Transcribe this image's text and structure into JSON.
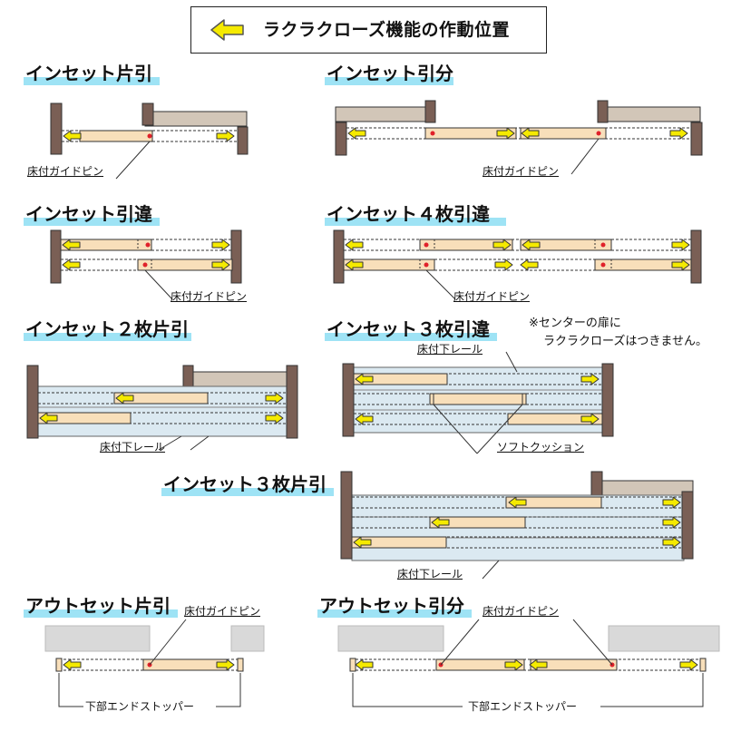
{
  "legend": {
    "text": "ラクラクローズ機能の作動位置",
    "arrow_color": "#f5ea00",
    "icon": "left-arrow-icon"
  },
  "colors": {
    "jamb": "#7a5f55",
    "wall": "#d2c6b8",
    "door": "#f8dfba",
    "track": "#dbe9f1",
    "heading_highlight": "#9ee3f5",
    "gray_wall": "#d9d9d9",
    "stopper": "#f8dfba",
    "pin": "#e0212a"
  },
  "sections": {
    "inset_single": "インセット片引",
    "inset_split": "インセット引分",
    "inset_sliding": "インセット引違",
    "inset_4": "インセット４枚引違",
    "inset_2_single": "インセット２枚片引",
    "inset_3_sliding": "インセット３枚引違",
    "inset_3_single": "インセット３枚片引",
    "outset_single": "アウトセット片引",
    "outset_split": "アウトセット引分"
  },
  "callouts": {
    "floor_pin": "床付ガイドピン",
    "floor_rail": "床付下レール",
    "soft_cushion": "ソフトクッション",
    "stopper": "下部エンドストッパー"
  },
  "note": {
    "line1": "※センターの扉に",
    "line2": "ラクラクローズはつきません。"
  }
}
